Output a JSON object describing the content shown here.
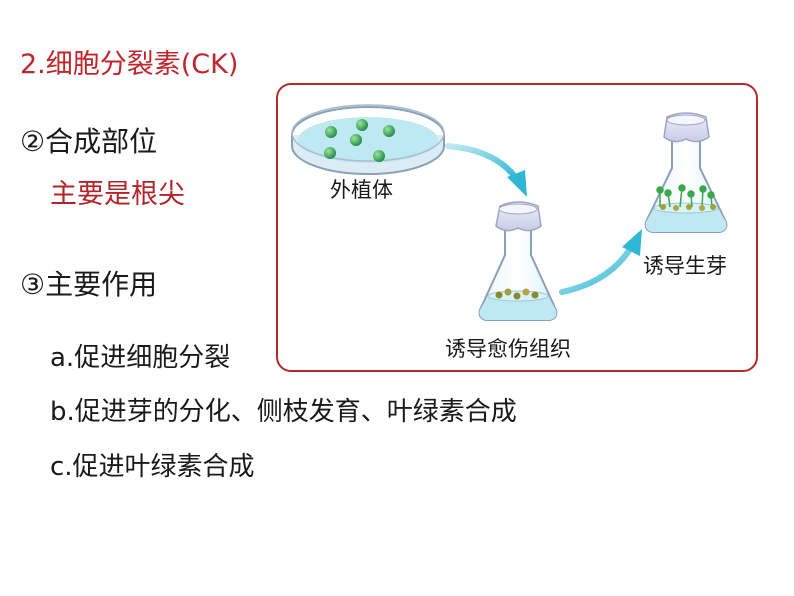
{
  "section_title": "2.细胞分裂素(CK)",
  "site": {
    "heading": "②合成部位",
    "answer": "主要是根尖"
  },
  "functions": {
    "heading": "③主要作用",
    "items": [
      "a.促进细胞分裂",
      "b.促进芽的分化、侧枝发育、叶绿素合成",
      "c.促进叶绿素合成"
    ]
  },
  "diagram": {
    "stages": [
      "外植体",
      "诱导愈伤组织",
      "诱导生芽"
    ],
    "colors": {
      "frame": "#b52a2f",
      "arrow": "#3fc0d8",
      "medium": "#bfe9f2",
      "explant": "#2fa05a",
      "callus": "#8a8a2a",
      "shoot": "#3aa84a"
    }
  }
}
